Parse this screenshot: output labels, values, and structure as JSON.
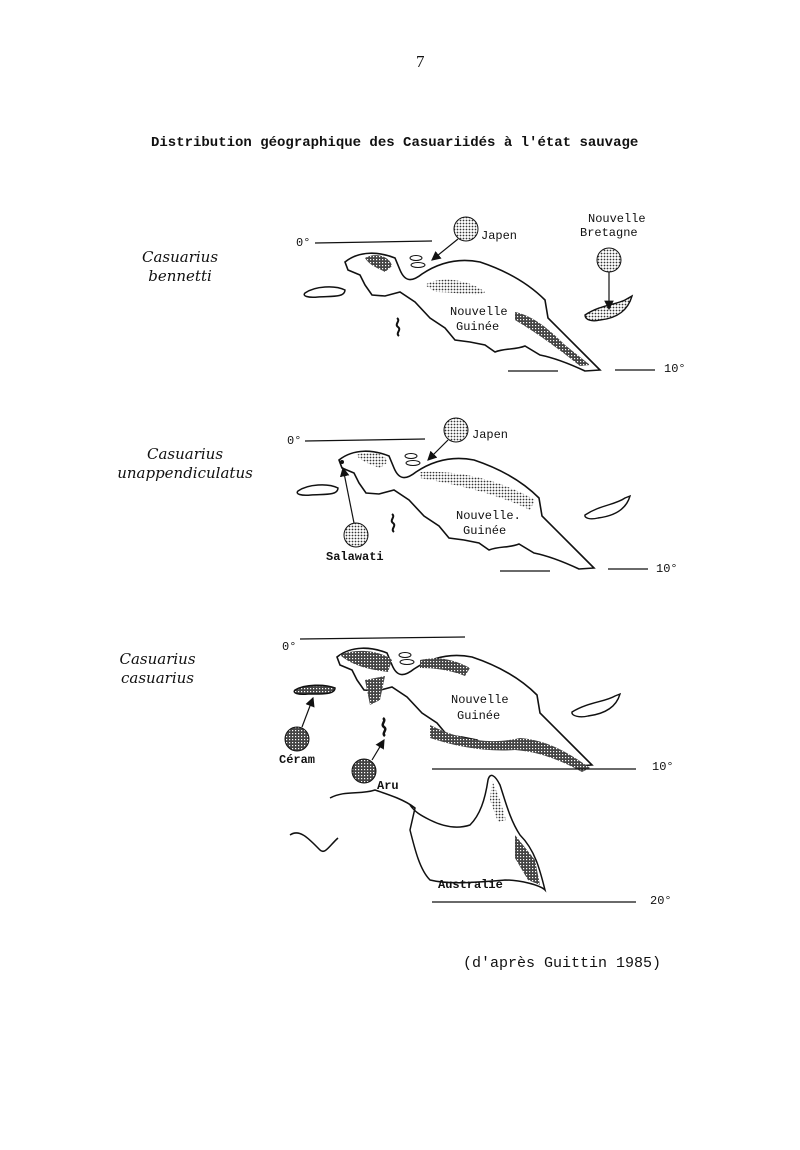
{
  "page_number": "7",
  "title": "Distribution géographique des Casuariidés à l'état sauvage",
  "maps": [
    {
      "species_line1": "Casuarius",
      "species_line2": "bennetti",
      "labels": {
        "equator": "0°",
        "lat": "10°",
        "island1": "Japen",
        "mainland_1": "Nouvelle",
        "mainland_2": "Guinée",
        "island2_1": "Nouvelle",
        "island2_2": "Bretagne"
      }
    },
    {
      "species_line1": "Casuarius",
      "species_line2": "unappendiculatus",
      "labels": {
        "equator": "0°",
        "lat": "10°",
        "island1": "Japen",
        "mainland_1": "Nouvelle.",
        "mainland_2": "Guinée",
        "island2": "Salawati"
      }
    },
    {
      "species_line1": "Casuarius",
      "species_line2": "casuarius",
      "labels": {
        "equator": "0°",
        "lat": "10°",
        "lat2": "20°",
        "mainland_1": "Nouvelle",
        "mainland_2": "Guinée",
        "island1": "Céram",
        "island2": "Aru",
        "continent": "Australie"
      }
    }
  ],
  "credit": "(d'après Guittin 1985)"
}
